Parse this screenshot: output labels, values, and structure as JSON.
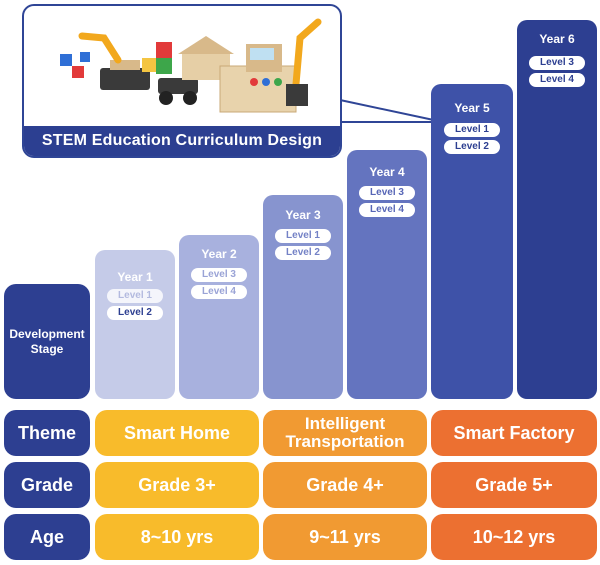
{
  "callout": {
    "caption": "STEM Education Curriculum Design"
  },
  "stage_label": "Development Stage",
  "years": [
    {
      "label": "Year 1",
      "levels": [
        "Level 1",
        "Level 2"
      ]
    },
    {
      "label": "Year 2",
      "levels": [
        "Level 3",
        "Level 4"
      ]
    },
    {
      "label": "Year 3",
      "levels": [
        "Level 1",
        "Level 2"
      ]
    },
    {
      "label": "Year 4",
      "levels": [
        "Level 3",
        "Level 4"
      ]
    },
    {
      "label": "Year 5",
      "levels": [
        "Level 1",
        "Level 2"
      ]
    },
    {
      "label": "Year 6",
      "levels": [
        "Level 3",
        "Level 4"
      ]
    }
  ],
  "rows": {
    "theme": {
      "label": "Theme",
      "values": [
        "Smart Home",
        "Intelligent Transportation",
        "Smart Factory"
      ]
    },
    "grade": {
      "label": "Grade",
      "values": [
        "Grade 3+",
        "Grade 4+",
        "Grade 5+"
      ]
    },
    "age": {
      "label": "Age",
      "values": [
        "8~10 yrs",
        "9~11 yrs",
        "10~12 yrs"
      ]
    }
  },
  "colors": {
    "navy": "#2d3f91",
    "year_bars": [
      "#c5cbe8",
      "#a8b1de",
      "#8794cf",
      "#6474bf",
      "#3e52a8",
      "#2d3f91"
    ],
    "smart_home": "#f8bb2b",
    "transportation": "#f19a32",
    "smart_factory": "#ec7031"
  }
}
